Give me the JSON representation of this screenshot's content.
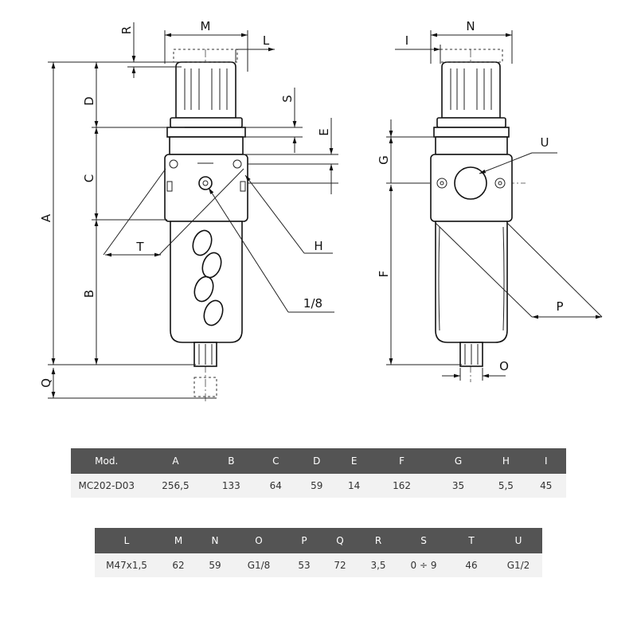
{
  "drawing": {
    "labels": {
      "A": "A",
      "B": "B",
      "C": "C",
      "D": "D",
      "E": "E",
      "F": "F",
      "G": "G",
      "H": "H",
      "I": "I",
      "L": "L",
      "M": "M",
      "N": "N",
      "O": "O",
      "P": "P",
      "Q": "Q",
      "R": "R",
      "S": "S",
      "T": "T",
      "U": "U",
      "port": "1/8"
    }
  },
  "table1": {
    "headers": [
      "Mod.",
      "A",
      "B",
      "C",
      "D",
      "E",
      "F",
      "G",
      "H",
      "I"
    ],
    "row": [
      "MC202-D03",
      "256,5",
      "133",
      "64",
      "59",
      "14",
      "162",
      "35",
      "5,5",
      "45"
    ]
  },
  "table2": {
    "headers": [
      "L",
      "M",
      "N",
      "O",
      "P",
      "Q",
      "R",
      "S",
      "T",
      "U"
    ],
    "row": [
      "M47x1,5",
      "62",
      "59",
      "G1/8",
      "53",
      "72",
      "3,5",
      "0 ÷ 9",
      "46",
      "G1/2"
    ]
  },
  "colors": {
    "header_bg": "#545454",
    "header_text": "#ffffff",
    "row_bg": "#f2f2f2",
    "line": "#111111"
  }
}
